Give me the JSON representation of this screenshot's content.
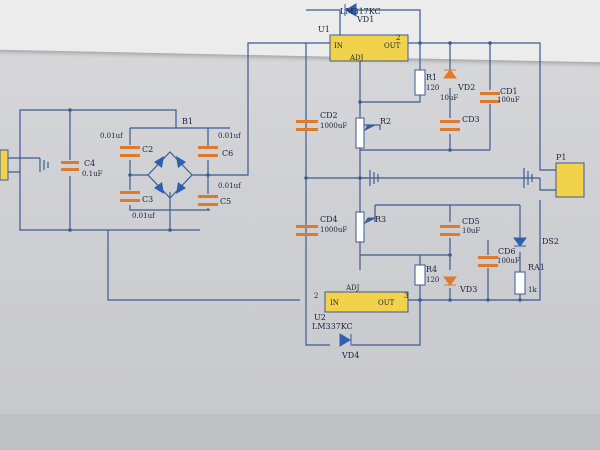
{
  "labels": {
    "u1": "U1",
    "u1_part": "LM317KC",
    "u1_in": "IN",
    "u1_out": "OUT",
    "u1_adj": "ADJ",
    "u1_pin2": "2",
    "vd1": "VD1",
    "r1": "R1",
    "r1_val": "120",
    "vd2": "VD2",
    "cd1": "CD1",
    "cd1_val": "100uF",
    "cd2": "CD2",
    "cd2_val": "1000uF",
    "r2": "R2",
    "c_10uf_a": "10uF",
    "cd3": "CD3",
    "b1": "B1",
    "c2_val": "0.01uf",
    "c2": "C2",
    "c6_val": "0.01uf",
    "c6": "C6",
    "c4": "C4",
    "c4_val": "0.1uF",
    "c5_val": "0.01uf",
    "c5": "C5",
    "c3": "C3",
    "c3_val": "0.01uf",
    "cd4": "CD4",
    "cd4_val": "1000uF",
    "r3": "R3",
    "cd5": "CD5",
    "cd5_val": "10uF",
    "cd6": "CD6",
    "cd6_val": "100uF",
    "ds2": "DS2",
    "r4": "R4",
    "r4_val": "120",
    "vd3": "VD3",
    "ra1": "RA1",
    "ra1_val": "1k",
    "u2_adj": "ADJ",
    "u2_in": "IN",
    "u2_out": "OUT",
    "u2_pin2": "2",
    "u2_pin3": "3",
    "u2": "U2",
    "u2_part": "LM337KC",
    "vd4": "VD4",
    "p1": "P1"
  },
  "colors": {
    "wire": "#3d5a93",
    "component": "#e07a2a",
    "ic": "#f2d24a",
    "diode": "#2f5fb0",
    "text": "#1a2240"
  }
}
